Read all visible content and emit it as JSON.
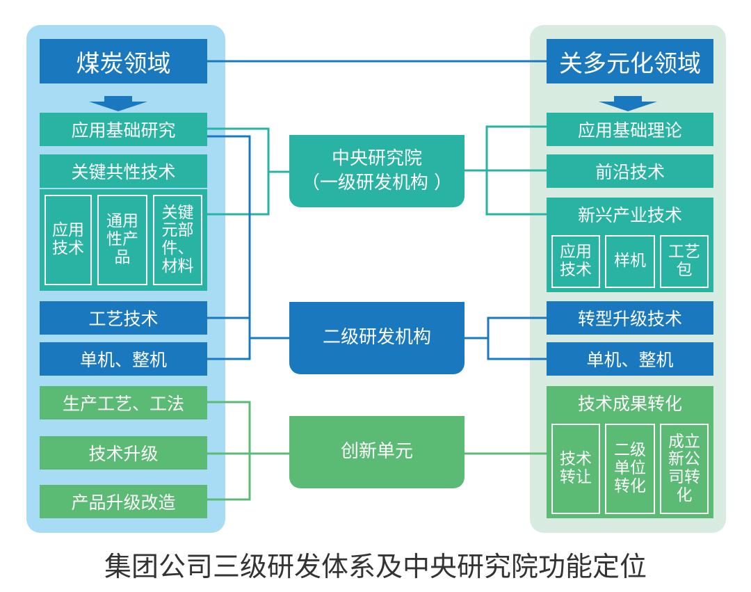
{
  "left": {
    "domain": "煤炭领域",
    "items": [
      "应用基础研究",
      "关键共性技术",
      "工艺技术",
      "单机、整机",
      "生产工艺、工法",
      "技术升级",
      "产品升级改造"
    ],
    "sub_items": [
      "应用\n技术",
      "通用\n性产\n品",
      "关键\n元部\n件、\n材料"
    ]
  },
  "right": {
    "domain": "关多元化领域",
    "items": [
      "应用基础理论",
      "前沿技术",
      "新兴产业技术",
      "转型升级技术",
      "单机、整机",
      "技术成果转化"
    ],
    "sub_items_tech": [
      "应用\n技术",
      "样机",
      "工艺\n包"
    ],
    "sub_items_result": [
      "技术\n转让",
      "二级\n单位\n转化",
      "成立\n新公\n司转\n化"
    ]
  },
  "center": {
    "level1": "中央研究院\n（一级研发机构 ）",
    "level2": "二级研发机构",
    "level3": "创新单元"
  },
  "caption": "集团公司三级研发体系及中央研究院功能定位",
  "colors": {
    "blue": "#1a78bf",
    "teal": "#29b3a3",
    "green": "#5bba74",
    "left_panel": "#a8dcf5",
    "right_panel": "#d7ebe0"
  }
}
